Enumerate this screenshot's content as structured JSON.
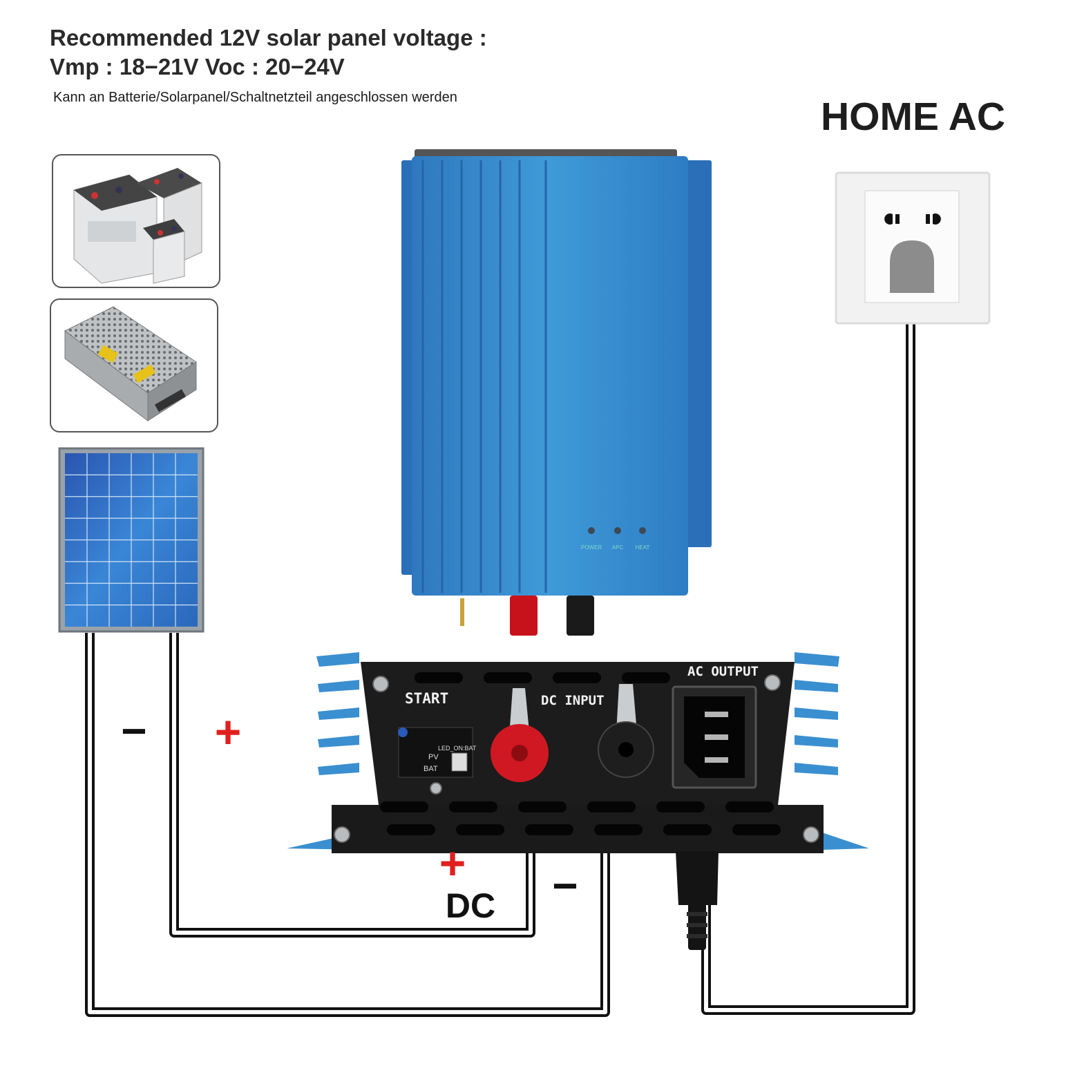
{
  "header": {
    "title_line1": "Recommended 12V solar panel voltage :",
    "title_line2": "Vmp : 18−21V Voc : 20−24V",
    "subtitle": "Kann an Batterie/Solarpanel/Schaltnetzteil angeschlossen werden"
  },
  "home_ac_label": "HOME AC",
  "inverter_front": {
    "label_start": "START",
    "label_dc_input": "DC  INPUT",
    "label_ac_output": "AC  OUTPUT",
    "switch_labels": {
      "led": "LED_ON:BAT",
      "pv": "PV",
      "bat": "BAT"
    }
  },
  "inverter_top": {
    "led_labels": [
      "POWER",
      "APC",
      "HEAT"
    ]
  },
  "wiring": {
    "panel_minus": "−",
    "panel_plus": "+",
    "dc_plus": "+",
    "dc_minus": "−",
    "dc_label": "DC"
  },
  "colors": {
    "inverter_blue": "#3a8fd0",
    "plus_red": "#e0201e",
    "wire_black": "#111111"
  }
}
